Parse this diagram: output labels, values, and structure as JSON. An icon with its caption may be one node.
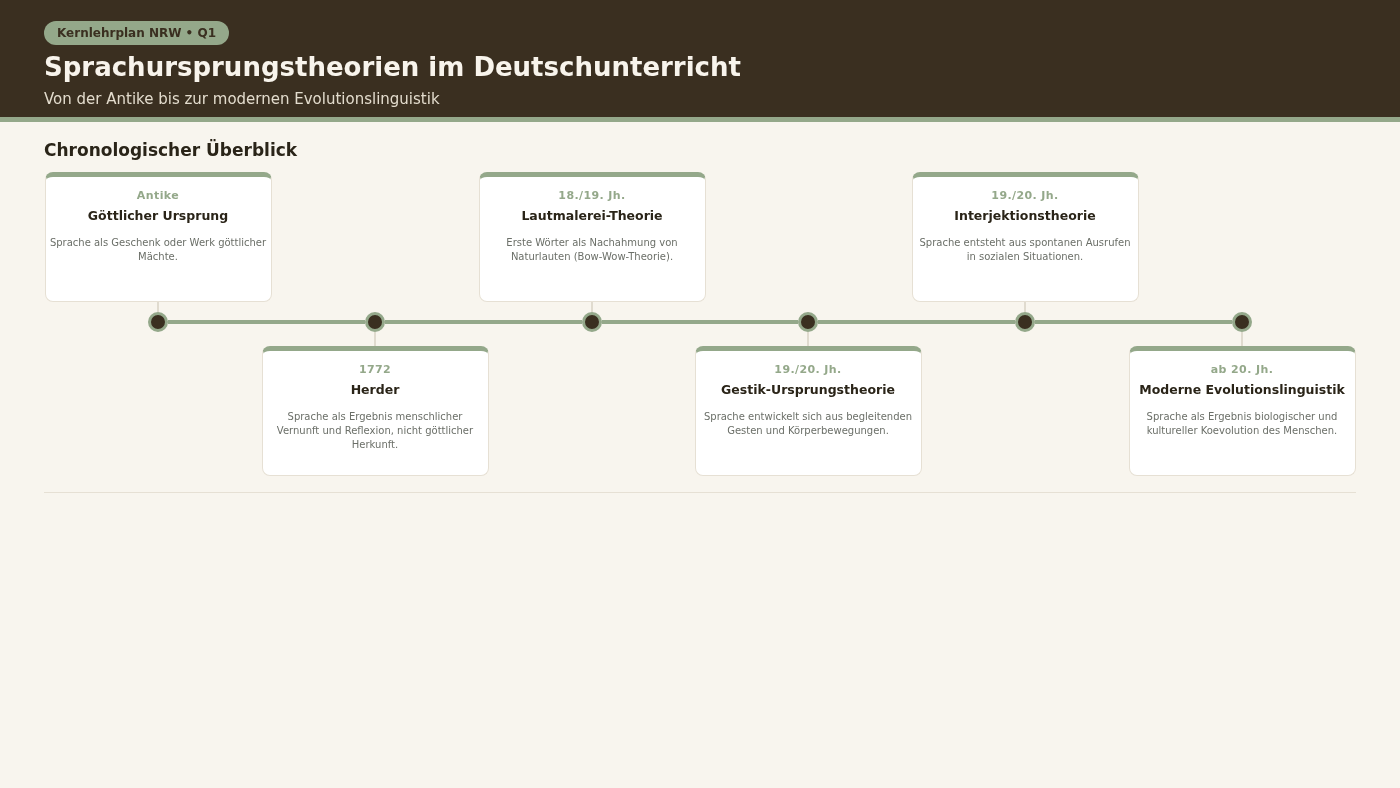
{
  "diagram": {
    "title": "Sprachursprungstheorien im Deutschunterricht",
    "nodes": [
      {
        "text": [
          "Antike",
          "Göttlicher Ursprung",
          "Sprache als Geschenk oder Werk göttlicher Mächte."
        ]
      },
      {
        "text": [],
        "shape": "circle"
      },
      {
        "text": [
          "1772",
          "Herder",
          "Sprache als Ergebnis menschlicher Vernunft und Reflexion, nicht göttlicher Herkunft."
        ]
      },
      {
        "text": [],
        "shape": "circle"
      },
      {
        "text": [
          "18./19. Jh.",
          "Lautmalerei-Theorie",
          "Erste Wörter als Nachahmung von Naturlauten (Bow-Wow-Theorie)."
        ]
      },
      {
        "text": [],
        "shape": "circle"
      },
      {
        "text": [
          "19./20. Jh.",
          "Gestik-Ursprungstheorie",
          "Sprache entwickelt sich aus begleitenden Gesten und Körperbewegungen."
        ]
      },
      {
        "text": [],
        "shape": "circle"
      },
      {
        "text": [
          "19./20. Jh.",
          "Interjektionstheorie",
          "Sprache entsteht aus spontanen Ausrufen in sozialen Situationen."
        ]
      },
      {
        "text": [],
        "shape": "circle"
      },
      {
        "text": [
          "ab 20. Jh.",
          "Moderne Evolutionslinguistik",
          "Sprache als Ergebnis biologischer und kultureller Koevolution des Menschen."
        ]
      },
      {
        "text": [],
        "shape": "circle"
      }
    ],
    "edges": [
      {
        "from": 0,
        "to": 1,
        "arrow": "none"
      },
      {
        "from": 1,
        "to": 3,
        "arrow": "none",
        "style": "thick",
        "color": "#94a88a"
      },
      {
        "from": 2,
        "to": 3,
        "arrow": "none"
      },
      {
        "from": 3,
        "to": 5,
        "arrow": "none",
        "style": "thick",
        "color": "#94a88a"
      },
      {
        "from": 4,
        "to": 5,
        "arrow": "none"
      },
      {
        "from": 5,
        "to": 7,
        "arrow": "none",
        "style": "thick",
        "color": "#94a88a"
      },
      {
        "from": 6,
        "to": 7,
        "arrow": "none"
      },
      {
        "from": 7,
        "to": 9,
        "arrow": "none",
        "style": "thick",
        "color": "#94a88a"
      },
      {
        "from": 8,
        "to": 9,
        "arrow": "none"
      },
      {
        "from": 9,
        "to": 11,
        "arrow": "none",
        "style": "thick",
        "color": "#94a88a"
      },
      {
        "from": 10,
        "to": 11,
        "arrow": "none"
      }
    ],
    "labels": [
      "Kernlehrplan NRW • Q1",
      "Von der Antike bis zur modernen Evolutionslinguistik",
      "Chronologischer Überblick"
    ]
  }
}
